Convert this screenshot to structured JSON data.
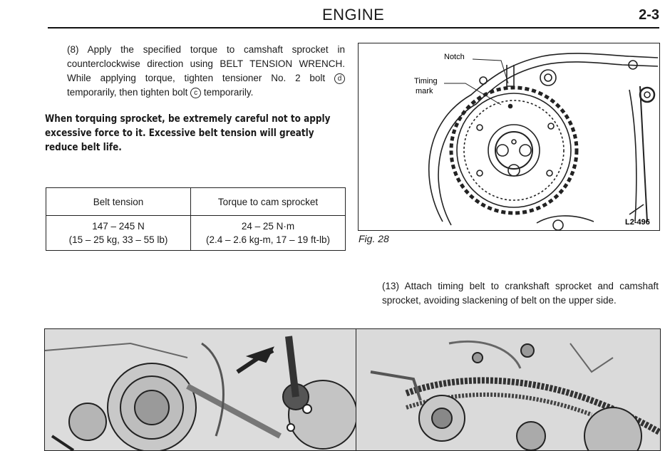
{
  "header": {
    "title": "ENGINE",
    "page_number": "2-3"
  },
  "step8": {
    "text_a": "(8) Apply the specified torque to camshaft sprocket in counterclockwise direction using BELT TENSION WRENCH. While applying torque, tighten tensioner No. 2 bolt ",
    "circle_d": "d",
    "text_b": " temporarily, then tighten bolt ",
    "circle_c": "c",
    "text_c": " temporarily."
  },
  "warning": "When torquing sprocket, be extremely careful not to apply excessive force to it. Excessive belt tension will greatly reduce belt life.",
  "spec_table": {
    "headers": [
      "Belt tension",
      "Torque to cam sprocket"
    ],
    "row1": {
      "tension_line1": "147 – 245 N",
      "tension_line2": "(15 – 25 kg, 33 – 55 lb)",
      "torque_line1": "24 – 25 N·m",
      "torque_line2": "(2.4 – 2.6 kg-m, 17 – 19 ft-lb)"
    }
  },
  "figure28": {
    "caption": "Fig. 28",
    "label_notch": "Notch",
    "label_timing_1": "Timing",
    "label_timing_2": "mark",
    "code": "L2-496"
  },
  "step13": {
    "text": "(13) Attach timing belt to crankshaft sprocket and camshaft sprocket, avoiding slackening of belt on the upper side."
  }
}
